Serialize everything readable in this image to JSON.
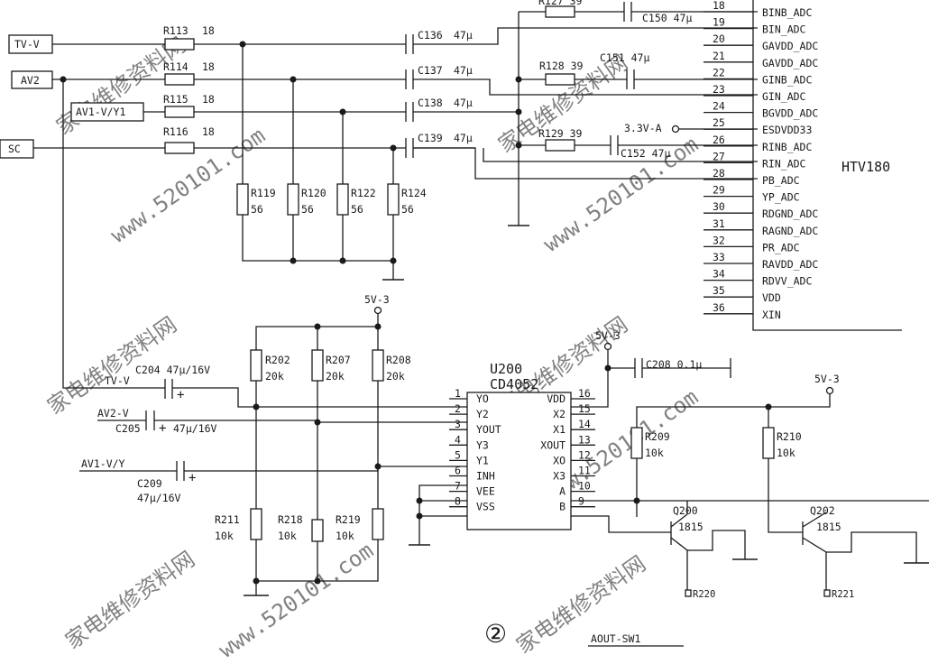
{
  "inputs": {
    "tv_v": "TV-V",
    "av2": "AV2",
    "av1_v_y1": "AV1-V/Y1",
    "sc": "SC"
  },
  "input_resistors": [
    {
      "ref": "R113",
      "value": "18"
    },
    {
      "ref": "R114",
      "value": "18"
    },
    {
      "ref": "R115",
      "value": "18"
    },
    {
      "ref": "R116",
      "value": "18"
    }
  ],
  "input_caps": [
    {
      "ref": "C136",
      "value": "47μ"
    },
    {
      "ref": "C137",
      "value": "47μ"
    },
    {
      "ref": "C138",
      "value": "47μ"
    },
    {
      "ref": "C139",
      "value": "47μ"
    }
  ],
  "shunt_resistors": [
    {
      "ref": "R119",
      "value": "56"
    },
    {
      "ref": "R120",
      "value": "56"
    },
    {
      "ref": "R122",
      "value": "56"
    },
    {
      "ref": "R124",
      "value": "56"
    }
  ],
  "upper_right": {
    "r127": "R127 39",
    "c150": "C150 47μ",
    "r128": "R128 39",
    "c151": "C151 47μ",
    "supply": "3.3V-A",
    "r129": "R129 39",
    "c152": "C152 47μ"
  },
  "htv180": {
    "name": "HTV180",
    "pins": [
      {
        "num": "18",
        "name": "BINB_ADC"
      },
      {
        "num": "19",
        "name": "BIN_ADC"
      },
      {
        "num": "20",
        "name": "GAVDD_ADC"
      },
      {
        "num": "21",
        "name": "GAVDD_ADC"
      },
      {
        "num": "22",
        "name": "GINB_ADC"
      },
      {
        "num": "23",
        "name": "GIN_ADC"
      },
      {
        "num": "24",
        "name": "BGVDD_ADC"
      },
      {
        "num": "25",
        "name": "ESDVDD33"
      },
      {
        "num": "26",
        "name": "RINB_ADC"
      },
      {
        "num": "27",
        "name": "RIN_ADC"
      },
      {
        "num": "28",
        "name": "PB_ADC"
      },
      {
        "num": "29",
        "name": "YP_ADC"
      },
      {
        "num": "30",
        "name": "RDGND_ADC"
      },
      {
        "num": "31",
        "name": "RAGND_ADC"
      },
      {
        "num": "32",
        "name": "PR_ADC"
      },
      {
        "num": "33",
        "name": "RAVDD_ADC"
      },
      {
        "num": "34",
        "name": "RDVV_ADC"
      },
      {
        "num": "35",
        "name": "VDD"
      },
      {
        "num": "36",
        "name": "XIN"
      }
    ]
  },
  "supply_5v3": "5V-3",
  "pullups": [
    {
      "ref": "R202",
      "value": "20k"
    },
    {
      "ref": "R207",
      "value": "20k"
    },
    {
      "ref": "R208",
      "value": "20k"
    }
  ],
  "lower_caps": {
    "c204": "C204 47μ/16V",
    "tv_v": "TV-V",
    "av2_v": "AV2-V",
    "c205_ref": "C205",
    "c205_val": "47μ/16V",
    "av1_v_y": "AV1-V/Y",
    "c209_ref": "C209",
    "c209_val": "47μ/16V"
  },
  "pulldowns": [
    {
      "ref": "R211",
      "value": "10k"
    },
    {
      "ref": "R218",
      "value": "10k"
    },
    {
      "ref": "R219",
      "value": "10k"
    }
  ],
  "u200": {
    "ref": "U200",
    "part": "CD4052",
    "left_pins": [
      {
        "num": "1",
        "name": "YO"
      },
      {
        "num": "2",
        "name": "Y2"
      },
      {
        "num": "3",
        "name": "YOUT"
      },
      {
        "num": "4",
        "name": "Y3"
      },
      {
        "num": "5",
        "name": "Y1"
      },
      {
        "num": "6",
        "name": "INH"
      },
      {
        "num": "7",
        "name": "VEE"
      },
      {
        "num": "8",
        "name": "VSS"
      }
    ],
    "right_pins": [
      {
        "num": "16",
        "name": "VDD"
      },
      {
        "num": "15",
        "name": "X2"
      },
      {
        "num": "14",
        "name": "X1"
      },
      {
        "num": "13",
        "name": "XOUT"
      },
      {
        "num": "12",
        "name": "XO"
      },
      {
        "num": "11",
        "name": "X3"
      },
      {
        "num": "10",
        "name": "A"
      },
      {
        "num": "9",
        "name": "B"
      }
    ]
  },
  "c208": "C208 0.1μ",
  "r209": {
    "ref": "R209",
    "value": "10k"
  },
  "r210": {
    "ref": "R210",
    "value": "10k"
  },
  "q200": {
    "ref": "Q200",
    "part": "1815"
  },
  "q202": {
    "ref": "Q202",
    "part": "1815"
  },
  "r220": "R220",
  "r221": "R221",
  "page_marker": "②",
  "aout_sw1": "AOUT-SW1",
  "watermarks": [
    "家电维修资料网",
    "www.520101.com"
  ]
}
